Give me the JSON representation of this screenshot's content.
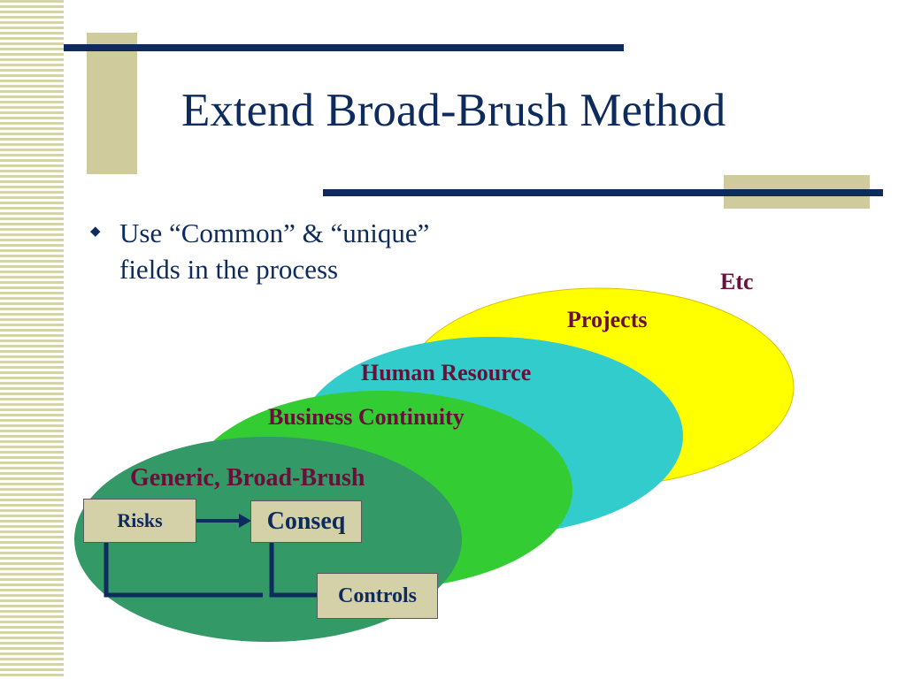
{
  "slide": {
    "title": "Extend Broad-Brush Method",
    "bullet_line1": "Use “Common” & “unique”",
    "bullet_line2": "fields in the process"
  },
  "diagram": {
    "ellipses": [
      {
        "label": "Etc",
        "color": "#ffff00"
      },
      {
        "label": "Projects",
        "color": "#ffff00"
      },
      {
        "label": "Human Resource",
        "color": "#33cccc"
      },
      {
        "label": "Business Continuity",
        "color": "#33cc33"
      },
      {
        "label": "Generic, Broad-Brush",
        "color": "#339966"
      }
    ],
    "boxes": {
      "risks": "Risks",
      "conseq": "Conseq",
      "controls": "Controls"
    }
  },
  "colors": {
    "title": "#0d2b5c",
    "label": "#6b0f3a",
    "box_fill": "#d4d0a8"
  }
}
